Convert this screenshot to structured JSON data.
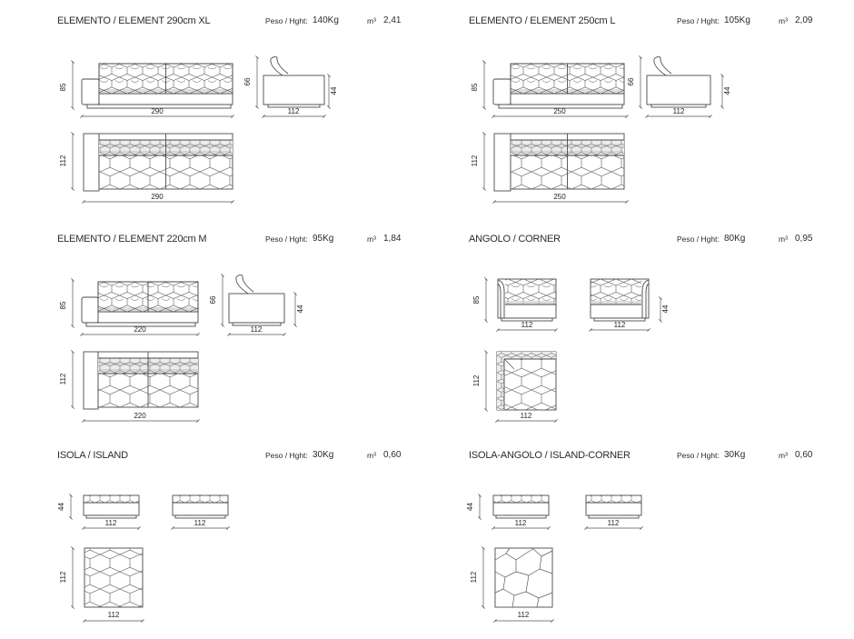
{
  "labels": {
    "peso": "Peso / Hght:",
    "m3": "m³"
  },
  "sections": [
    {
      "title": "ELEMENTO / ELEMENT 290cm XL",
      "weight": "140Kg",
      "volume": "2,41",
      "dims": {
        "h": "85",
        "w": "290",
        "side_h": "66",
        "side_w": "112",
        "seat_h": "44",
        "plan_d": "112",
        "plan_w": "290"
      }
    },
    {
      "title": "ELEMENTO / ELEMENT 250cm L",
      "weight": "105Kg",
      "volume": "2,09",
      "dims": {
        "h": "85",
        "w": "250",
        "side_h": "66",
        "side_w": "112",
        "seat_h": "44",
        "plan_d": "112",
        "plan_w": "250"
      }
    },
    {
      "title": "ELEMENTO / ELEMENT 220cm M",
      "weight": "95Kg",
      "volume": "1,84",
      "dims": {
        "h": "85",
        "w": "220",
        "side_h": "66",
        "side_w": "112",
        "seat_h": "44",
        "plan_d": "112",
        "plan_w": "220"
      }
    },
    {
      "title": "ANGOLO / CORNER",
      "weight": "80Kg",
      "volume": "0,95",
      "dims": {
        "h": "85",
        "w1": "112",
        "w2": "112",
        "seat_h": "44",
        "plan_d": "112",
        "plan_w": "112"
      }
    },
    {
      "title": "ISOLA / ISLAND",
      "weight": "30Kg",
      "volume": "0,60",
      "dims": {
        "seat_h": "44",
        "w1": "112",
        "w2": "112",
        "plan_d": "112",
        "plan_w": "112"
      }
    },
    {
      "title": "ISOLA-ANGOLO / ISLAND-CORNER",
      "weight": "30Kg",
      "volume": "0,60",
      "dims": {
        "seat_h": "44",
        "w1": "112",
        "w2": "112",
        "plan_d": "112",
        "plan_w": "112"
      }
    }
  ]
}
